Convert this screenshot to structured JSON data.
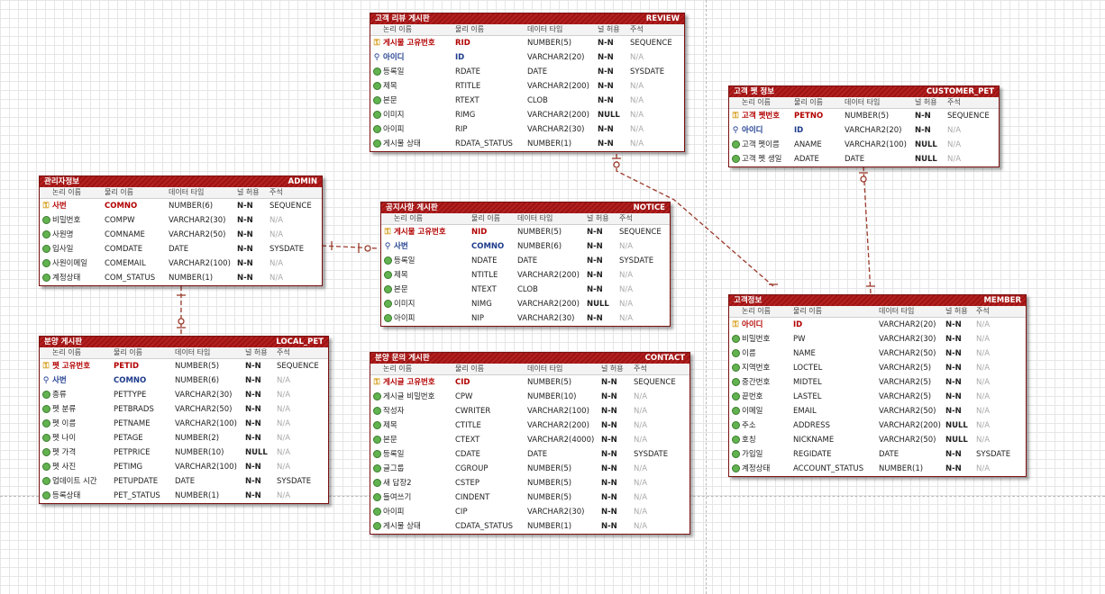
{
  "columns": [
    "논리 이름",
    "물리 이름",
    "데이터 타입",
    "널 허용",
    "주석"
  ],
  "entities": [
    {
      "logical": "고객 리뷰 게시판",
      "physical": "REVIEW",
      "rows": [
        {
          "kind": "pk",
          "icon": "primary-key-icon",
          "lname": "게시물 고유번호",
          "pname": "RID",
          "type": "NUMBER(5)",
          "null": "N-N",
          "note": "SEQUENCE"
        },
        {
          "kind": "fk",
          "icon": "foreign-key-icon",
          "lname": "아이디",
          "pname": "ID",
          "type": "VARCHAR2(20)",
          "null": "N-N",
          "note": "N/A"
        },
        {
          "kind": "attr",
          "icon": "attribute-icon",
          "lname": "등록일",
          "pname": "RDATE",
          "type": "DATE",
          "null": "N-N",
          "note": "SYSDATE"
        },
        {
          "kind": "attr",
          "icon": "attribute-icon",
          "lname": "제목",
          "pname": "RTITLE",
          "type": "VARCHAR2(200)",
          "null": "N-N",
          "note": "N/A"
        },
        {
          "kind": "attr",
          "icon": "attribute-icon",
          "lname": "본문",
          "pname": "RTEXT",
          "type": "CLOB",
          "null": "N-N",
          "note": "N/A"
        },
        {
          "kind": "attr",
          "icon": "attribute-icon",
          "lname": "이미지",
          "pname": "RIMG",
          "type": "VARCHAR2(200)",
          "null": "NULL",
          "note": "N/A"
        },
        {
          "kind": "attr",
          "icon": "attribute-icon",
          "lname": "아이피",
          "pname": "RIP",
          "type": "VARCHAR2(30)",
          "null": "N-N",
          "note": "N/A"
        },
        {
          "kind": "attr",
          "icon": "attribute-icon",
          "lname": "게시물 상태",
          "pname": "RDATA_STATUS",
          "type": "NUMBER(1)",
          "null": "N-N",
          "note": "N/A"
        }
      ]
    },
    {
      "logical": "고객 펫 정보",
      "physical": "CUSTOMER_PET",
      "rows": [
        {
          "kind": "pk",
          "icon": "primary-key-icon",
          "lname": "고객 펫번호",
          "pname": "PETNO",
          "type": "NUMBER(5)",
          "null": "N-N",
          "note": "SEQUENCE"
        },
        {
          "kind": "fk",
          "icon": "foreign-key-icon",
          "lname": "아이디",
          "pname": "ID",
          "type": "VARCHAR2(20)",
          "null": "N-N",
          "note": "N/A"
        },
        {
          "kind": "attr",
          "icon": "attribute-icon",
          "lname": "고객 펫이름",
          "pname": "ANAME",
          "type": "VARCHAR2(100)",
          "null": "NULL",
          "note": "N/A"
        },
        {
          "kind": "attr",
          "icon": "attribute-icon",
          "lname": "고객 펫 생일",
          "pname": "ADATE",
          "type": "DATE",
          "null": "NULL",
          "note": "N/A"
        }
      ]
    },
    {
      "logical": "관리자정보",
      "physical": "ADMIN",
      "rows": [
        {
          "kind": "pk",
          "icon": "primary-key-icon",
          "lname": "사번",
          "pname": "COMNO",
          "type": "NUMBER(6)",
          "null": "N-N",
          "note": "SEQUENCE"
        },
        {
          "kind": "attr",
          "icon": "attribute-icon",
          "lname": "비밀번호",
          "pname": "COMPW",
          "type": "VARCHAR2(30)",
          "null": "N-N",
          "note": "N/A"
        },
        {
          "kind": "attr",
          "icon": "attribute-icon",
          "lname": "사원명",
          "pname": "COMNAME",
          "type": "VARCHAR2(50)",
          "null": "N-N",
          "note": "N/A"
        },
        {
          "kind": "attr",
          "icon": "attribute-icon",
          "lname": "입사일",
          "pname": "COMDATE",
          "type": "DATE",
          "null": "N-N",
          "note": "SYSDATE"
        },
        {
          "kind": "attr",
          "icon": "attribute-icon",
          "lname": "사원이메일",
          "pname": "COMEMAIL",
          "type": "VARCHAR2(100)",
          "null": "N-N",
          "note": "N/A"
        },
        {
          "kind": "attr",
          "icon": "attribute-icon",
          "lname": "계정상태",
          "pname": "COM_STATUS",
          "type": "NUMBER(1)",
          "null": "N-N",
          "note": "N/A"
        }
      ]
    },
    {
      "logical": "공지사항 게시판",
      "physical": "NOTICE",
      "rows": [
        {
          "kind": "pk",
          "icon": "primary-key-icon",
          "lname": "게시물 고유번호",
          "pname": "NID",
          "type": "NUMBER(5)",
          "null": "N-N",
          "note": "SEQUENCE"
        },
        {
          "kind": "fk",
          "icon": "foreign-key-icon",
          "lname": "사번",
          "pname": "COMNO",
          "type": "NUMBER(6)",
          "null": "N-N",
          "note": "N/A"
        },
        {
          "kind": "attr",
          "icon": "attribute-icon",
          "lname": "등록일",
          "pname": "NDATE",
          "type": "DATE",
          "null": "N-N",
          "note": "SYSDATE"
        },
        {
          "kind": "attr",
          "icon": "attribute-icon",
          "lname": "제목",
          "pname": "NTITLE",
          "type": "VARCHAR2(200)",
          "null": "N-N",
          "note": "N/A"
        },
        {
          "kind": "attr",
          "icon": "attribute-icon",
          "lname": "본문",
          "pname": "NTEXT",
          "type": "CLOB",
          "null": "N-N",
          "note": "N/A"
        },
        {
          "kind": "attr",
          "icon": "attribute-icon",
          "lname": "이미지",
          "pname": "NIMG",
          "type": "VARCHAR2(200)",
          "null": "NULL",
          "note": "N/A"
        },
        {
          "kind": "attr",
          "icon": "attribute-icon",
          "lname": "아이피",
          "pname": "NIP",
          "type": "VARCHAR2(30)",
          "null": "N-N",
          "note": "N/A"
        }
      ]
    },
    {
      "logical": "고객정보",
      "physical": "MEMBER",
      "rows": [
        {
          "kind": "pk",
          "icon": "primary-key-icon",
          "lname": "아이디",
          "pname": "ID",
          "type": "VARCHAR2(20)",
          "null": "N-N",
          "note": "N/A"
        },
        {
          "kind": "attr",
          "icon": "attribute-icon",
          "lname": "비밀번호",
          "pname": "PW",
          "type": "VARCHAR2(30)",
          "null": "N-N",
          "note": "N/A"
        },
        {
          "kind": "attr",
          "icon": "attribute-icon",
          "lname": "이름",
          "pname": "NAME",
          "type": "VARCHAR2(50)",
          "null": "N-N",
          "note": "N/A"
        },
        {
          "kind": "attr",
          "icon": "attribute-icon",
          "lname": "지역번호",
          "pname": "LOCTEL",
          "type": "VARCHAR2(5)",
          "null": "N-N",
          "note": "N/A"
        },
        {
          "kind": "attr",
          "icon": "attribute-icon",
          "lname": "중간번호",
          "pname": "MIDTEL",
          "type": "VARCHAR2(5)",
          "null": "N-N",
          "note": "N/A"
        },
        {
          "kind": "attr",
          "icon": "attribute-icon",
          "lname": "끝번호",
          "pname": "LASTEL",
          "type": "VARCHAR2(5)",
          "null": "N-N",
          "note": "N/A"
        },
        {
          "kind": "attr",
          "icon": "attribute-icon",
          "lname": "이메일",
          "pname": "EMAIL",
          "type": "VARCHAR2(50)",
          "null": "N-N",
          "note": "N/A"
        },
        {
          "kind": "attr",
          "icon": "attribute-icon",
          "lname": "주소",
          "pname": "ADDRESS",
          "type": "VARCHAR2(200)",
          "null": "NULL",
          "note": "N/A"
        },
        {
          "kind": "attr",
          "icon": "attribute-icon",
          "lname": "호칭",
          "pname": "NICKNAME",
          "type": "VARCHAR2(50)",
          "null": "NULL",
          "note": "N/A"
        },
        {
          "kind": "attr",
          "icon": "attribute-icon",
          "lname": "가입일",
          "pname": "REGIDATE",
          "type": "DATE",
          "null": "N-N",
          "note": "SYSDATE"
        },
        {
          "kind": "attr",
          "icon": "attribute-icon",
          "lname": "계정상태",
          "pname": "ACCOUNT_STATUS",
          "type": "NUMBER(1)",
          "null": "N-N",
          "note": "N/A"
        }
      ]
    },
    {
      "logical": "분양 게시판",
      "physical": "LOCAL_PET",
      "rows": [
        {
          "kind": "pk",
          "icon": "primary-key-icon",
          "lname": "펫 고유번호",
          "pname": "PETID",
          "type": "NUMBER(5)",
          "null": "N-N",
          "note": "SEQUENCE"
        },
        {
          "kind": "fk",
          "icon": "foreign-key-icon",
          "lname": "사번",
          "pname": "COMNO",
          "type": "NUMBER(6)",
          "null": "N-N",
          "note": "N/A"
        },
        {
          "kind": "attr",
          "icon": "attribute-icon",
          "lname": "종류",
          "pname": "PETTYPE",
          "type": "VARCHAR2(30)",
          "null": "N-N",
          "note": "N/A"
        },
        {
          "kind": "attr",
          "icon": "attribute-icon",
          "lname": "펫 분류",
          "pname": "PETBRADS",
          "type": "VARCHAR2(50)",
          "null": "N-N",
          "note": "N/A"
        },
        {
          "kind": "attr",
          "icon": "attribute-icon",
          "lname": "펫 이름",
          "pname": "PETNAME",
          "type": "VARCHAR2(100)",
          "null": "N-N",
          "note": "N/A"
        },
        {
          "kind": "attr",
          "icon": "attribute-icon",
          "lname": "펫 나이",
          "pname": "PETAGE",
          "type": "NUMBER(2)",
          "null": "N-N",
          "note": "N/A"
        },
        {
          "kind": "attr",
          "icon": "attribute-icon",
          "lname": "펫 가격",
          "pname": "PETPRICE",
          "type": "NUMBER(10)",
          "null": "NULL",
          "note": "N/A"
        },
        {
          "kind": "attr",
          "icon": "attribute-icon",
          "lname": "펫 사진",
          "pname": "PETIMG",
          "type": "VARCHAR2(100)",
          "null": "N-N",
          "note": "N/A"
        },
        {
          "kind": "attr",
          "icon": "attribute-icon",
          "lname": "업데이트 시간",
          "pname": "PETUPDATE",
          "type": "DATE",
          "null": "N-N",
          "note": "SYSDATE"
        },
        {
          "kind": "attr",
          "icon": "attribute-icon",
          "lname": "등록상태",
          "pname": "PET_STATUS",
          "type": "NUMBER(1)",
          "null": "N-N",
          "note": "N/A"
        }
      ]
    },
    {
      "logical": "분양 문의 게시판",
      "physical": "CONTACT",
      "rows": [
        {
          "kind": "pk",
          "icon": "primary-key-icon",
          "lname": "게시글 고유번호",
          "pname": "CID",
          "type": "NUMBER(5)",
          "null": "N-N",
          "note": "SEQUENCE"
        },
        {
          "kind": "attr",
          "icon": "attribute-icon",
          "lname": "게시글 비밀번호",
          "pname": "CPW",
          "type": "NUMBER(10)",
          "null": "N-N",
          "note": "N/A"
        },
        {
          "kind": "attr",
          "icon": "attribute-icon",
          "lname": "작성자",
          "pname": "CWRITER",
          "type": "VARCHAR2(100)",
          "null": "N-N",
          "note": "N/A"
        },
        {
          "kind": "attr",
          "icon": "attribute-icon",
          "lname": "제목",
          "pname": "CTITLE",
          "type": "VARCHAR2(200)",
          "null": "N-N",
          "note": "N/A"
        },
        {
          "kind": "attr",
          "icon": "attribute-icon",
          "lname": "본문",
          "pname": "CTEXT",
          "type": "VARCHAR2(4000)",
          "null": "N-N",
          "note": "N/A"
        },
        {
          "kind": "attr",
          "icon": "attribute-icon",
          "lname": "등록일",
          "pname": "CDATE",
          "type": "DATE",
          "null": "N-N",
          "note": "SYSDATE"
        },
        {
          "kind": "attr",
          "icon": "attribute-icon",
          "lname": "글그룹",
          "pname": "CGROUP",
          "type": "NUMBER(5)",
          "null": "N-N",
          "note": "N/A"
        },
        {
          "kind": "attr",
          "icon": "attribute-icon",
          "lname": "새 답장2",
          "pname": "CSTEP",
          "type": "NUMBER(5)",
          "null": "N-N",
          "note": "N/A"
        },
        {
          "kind": "attr",
          "icon": "attribute-icon",
          "lname": "들여쓰기",
          "pname": "CINDENT",
          "type": "NUMBER(5)",
          "null": "N-N",
          "note": "N/A"
        },
        {
          "kind": "attr",
          "icon": "attribute-icon",
          "lname": "아이피",
          "pname": "CIP",
          "type": "VARCHAR2(30)",
          "null": "N-N",
          "note": "N/A"
        },
        {
          "kind": "attr",
          "icon": "attribute-icon",
          "lname": "게시물 상태",
          "pname": "CDATA_STATUS",
          "type": "NUMBER(1)",
          "null": "N-N",
          "note": "N/A"
        }
      ]
    }
  ],
  "colors": {
    "header": "#a81818",
    "relation": "#9b3a2a",
    "primary_key": "#b20000",
    "foreign_key": "#1c3a8c",
    "attribute_dot": "#62b350"
  }
}
